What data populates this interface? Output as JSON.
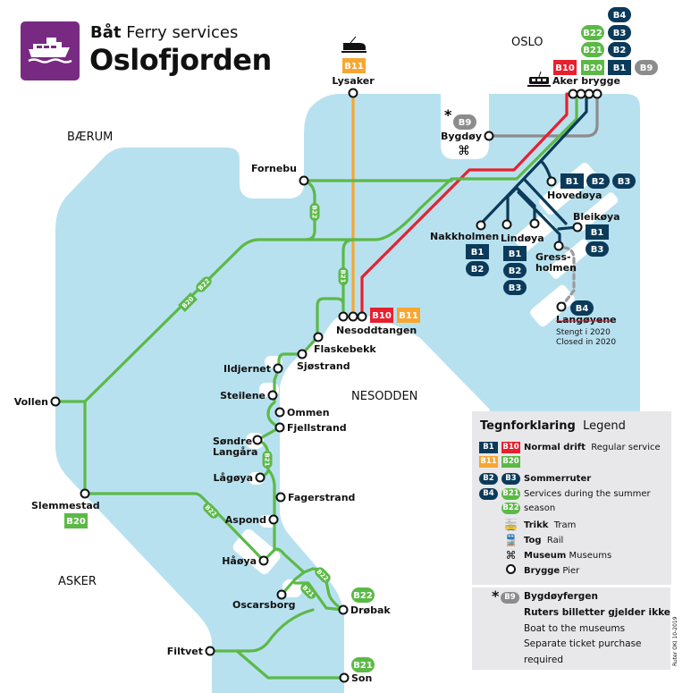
{
  "header": {
    "title_bold": "Båt",
    "title_rest": "Ferry services",
    "title": "Oslofjorden"
  },
  "regions": {
    "baerum": "BÆRUM",
    "oslo": "OSLO",
    "nesodden": "NESODDEN",
    "asker": "ASKER"
  },
  "stations": {
    "lysaker": "Lysaker",
    "fornebu": "Fornebu",
    "nesoddtangen": "Nesoddtangen",
    "flaskebekk": "Flaskebekk",
    "sjostrand": "Sjøstrand",
    "ildjernet": "Ildjernet",
    "steilene": "Steilene",
    "ommen": "Ommen",
    "fjellstrand": "Fjellstrand",
    "sondre_langara_1": "Søndre",
    "sondre_langara_2": "Langåra",
    "lagoya": "Lågøya",
    "fagerstrand": "Fagerstrand",
    "aspond": "Aspond",
    "haoya": "Håøya",
    "oscarsborg": "Oscarsborg",
    "drobak": "Drøbak",
    "filtvet": "Filtvet",
    "son": "Son",
    "slemmestad": "Slemmestad",
    "vollen": "Vollen",
    "aker_brygge": "Aker brygge",
    "bygdoy": "Bygdøy",
    "hovedoya": "Hovedøya",
    "nakkholmen": "Nakkholmen",
    "lindoya": "Lindøya",
    "gressholmen_1": "Gress-",
    "gressholmen_2": "holmen",
    "bleikoya": "Bleikøya",
    "langoyene": "Langøyene"
  },
  "langoyene_note": [
    "Stengt i 2020",
    "Closed in 2020"
  ],
  "bygdoy_marker": "*",
  "routes": {
    "b1": "B1",
    "b2": "B2",
    "b3": "B3",
    "b4": "B4",
    "b9": "B9",
    "b10": "B10",
    "b11": "B11",
    "b20": "B20",
    "b21": "B21",
    "b22": "B22"
  },
  "legend": {
    "title_no": "Tegnforklaring",
    "title_en": "Legend",
    "normal_no": "Normal drift",
    "normal_en": "Regular service",
    "summer_no": "Sommerruter",
    "summer_en_1": "Services during the summer",
    "summer_en_2": "season",
    "tram_no": "Trikk",
    "tram_en": "Tram",
    "rail_no": "Tog",
    "rail_en": "Rail",
    "museum_no": "Museum",
    "museum_en": "Museums",
    "pier_no": "Brygge",
    "pier_en": "Pier",
    "b9_marker": "*",
    "b9_title": "Bygdøyfergen",
    "b9_line1": "Ruters billetter gjelder ikke",
    "b9_line2": "Boat to the museums",
    "b9_line3": "Separate ticket purchase",
    "b9_line4": "required"
  },
  "credit": "Ruter OKI  10-2019",
  "colors": {
    "navy": "#0b3a5a",
    "green": "#5cb947",
    "red": "#e8202e",
    "orange": "#f7a632",
    "gray": "#8c8c8c",
    "water": "#b8e1f0",
    "brand": "#782a82"
  }
}
